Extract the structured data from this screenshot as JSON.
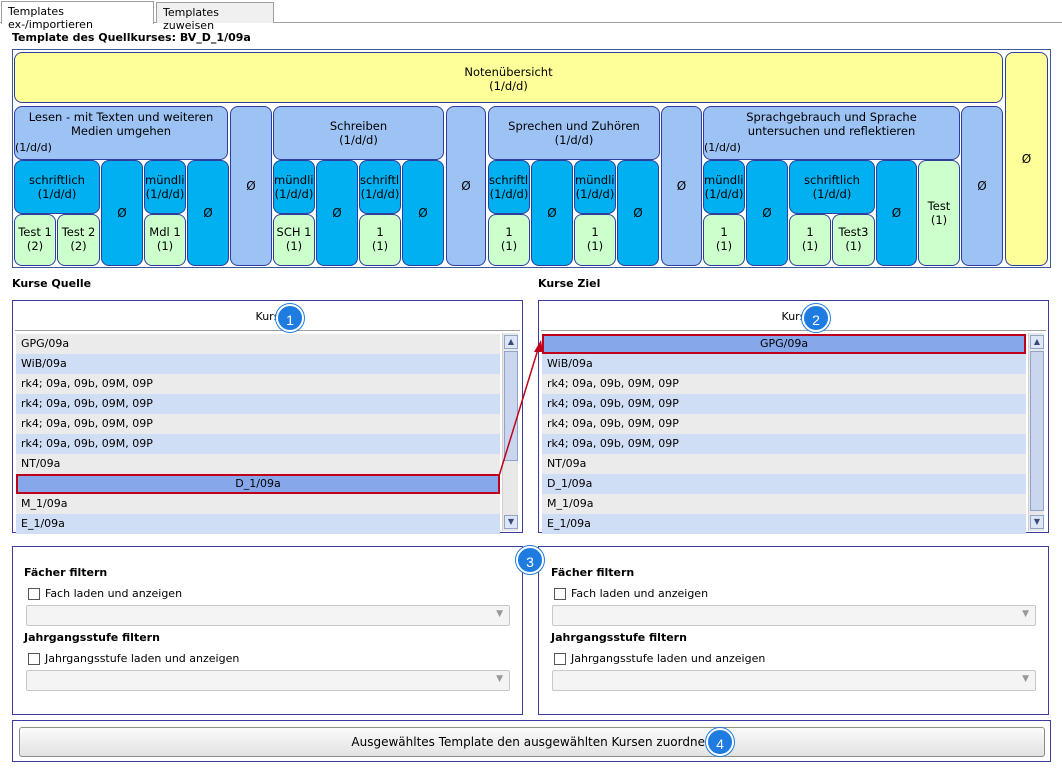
{
  "tabs": [
    {
      "label": "Templates ex-/importieren",
      "active": true
    },
    {
      "label": "Templates zuweisen",
      "active": false
    }
  ],
  "template_title": "Template des Quellkurses: BV_D_1/09a",
  "tree": {
    "root": {
      "label": "Notenübersicht",
      "code": "(1/d/d)"
    },
    "phi": "Ø",
    "sections": [
      {
        "label": "Lesen - mit Texten und weiteren Medien umgehen",
        "code": "(1/d/d)"
      },
      {
        "label": "Schreiben",
        "code": "(1/d/d)"
      },
      {
        "label": "Sprechen und Zuhören",
        "code": "(1/d/d)"
      },
      {
        "label": "Sprachgebrauch und Sprache untersuchen und reflektieren",
        "code": "(1/d/d)"
      }
    ],
    "groups": [
      {
        "label": "schriftlich",
        "code": "(1/d/d)"
      },
      {
        "label": "mündlich",
        "code": "(1/d/d)"
      },
      {
        "label": "mündlich",
        "code": "(1/d/d)"
      },
      {
        "label": "schriftlich",
        "code": "(1/d/d)"
      },
      {
        "label": "schriftlich",
        "code": "(1/d/d)"
      },
      {
        "label": "mündlich",
        "code": "(1/d/d)"
      },
      {
        "label": "mündlich",
        "code": "(1/d/d)"
      },
      {
        "label": "schriftlich",
        "code": "(1/d/d)"
      }
    ],
    "leaves": [
      {
        "label": "Test 1",
        "code": "(2)"
      },
      {
        "label": "Test 2",
        "code": "(2)"
      },
      {
        "label": "Mdl 1",
        "code": "(1)"
      },
      {
        "label": "SCH 1",
        "code": "(1)"
      },
      {
        "label": "1",
        "code": "(1)"
      },
      {
        "label": "1",
        "code": "(1)"
      },
      {
        "label": "1",
        "code": "(1)"
      },
      {
        "label": "1",
        "code": "(1)"
      },
      {
        "label": "1",
        "code": "(1)"
      },
      {
        "label": "Test3",
        "code": "(1)"
      },
      {
        "label": "Test",
        "code": "(1)"
      }
    ]
  },
  "source": {
    "title": "Kurse Quelle",
    "header": "Kurs",
    "badge": "1",
    "rows": [
      "GPG/09a",
      "WiB/09a",
      "rk4; 09a, 09b, 09M, 09P",
      "rk4; 09a, 09b, 09M, 09P",
      "rk4; 09a, 09b, 09M, 09P",
      "rk4; 09a, 09b, 09M, 09P",
      "NT/09a",
      "D_1/09a",
      "M_1/09a",
      "E_1/09a"
    ],
    "selected_index": 7
  },
  "target": {
    "title": "Kurse Ziel",
    "header": "Kurs",
    "badge": "2",
    "rows": [
      "GPG/09a",
      "WiB/09a",
      "rk4; 09a, 09b, 09M, 09P",
      "rk4; 09a, 09b, 09M, 09P",
      "rk4; 09a, 09b, 09M, 09P",
      "rk4; 09a, 09b, 09M, 09P",
      "NT/09a",
      "D_1/09a",
      "M_1/09a",
      "E_1/09a"
    ],
    "selected_index": 0
  },
  "filters": {
    "badge": "3",
    "subject_title": "Fächer filtern",
    "subject_checkbox": "Fach laden und anzeigen",
    "grade_title": "Jahrgangsstufe filtern",
    "grade_checkbox": "Jahrgangsstufe laden und anzeigen"
  },
  "action": {
    "label": "Ausgewähltes Template den ausgewählten Kursen zuordnen",
    "badge": "4"
  },
  "colors": {
    "root": "#ffff99",
    "section": "#9dc3f5",
    "group": "#00b0f0",
    "leaf": "#ccffcc",
    "selection_outline": "#c0001a",
    "badge": "#1e7be0"
  }
}
